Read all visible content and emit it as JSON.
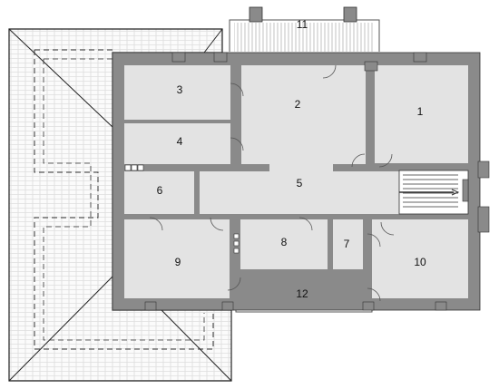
{
  "colors": {
    "wall": "#8a8a8a",
    "floor": "#e3e3e3",
    "outline": "#333333",
    "roof_line": "#222222",
    "label": "#111111"
  },
  "rooms": [
    {
      "id": "1",
      "label": "1"
    },
    {
      "id": "2",
      "label": "2"
    },
    {
      "id": "3",
      "label": "3"
    },
    {
      "id": "4",
      "label": "4"
    },
    {
      "id": "5",
      "label": "5"
    },
    {
      "id": "6",
      "label": "6"
    },
    {
      "id": "7",
      "label": "7"
    },
    {
      "id": "8",
      "label": "8"
    },
    {
      "id": "9",
      "label": "9"
    },
    {
      "id": "10",
      "label": "10"
    },
    {
      "id": "11",
      "label": "11"
    },
    {
      "id": "12",
      "label": "12"
    }
  ]
}
